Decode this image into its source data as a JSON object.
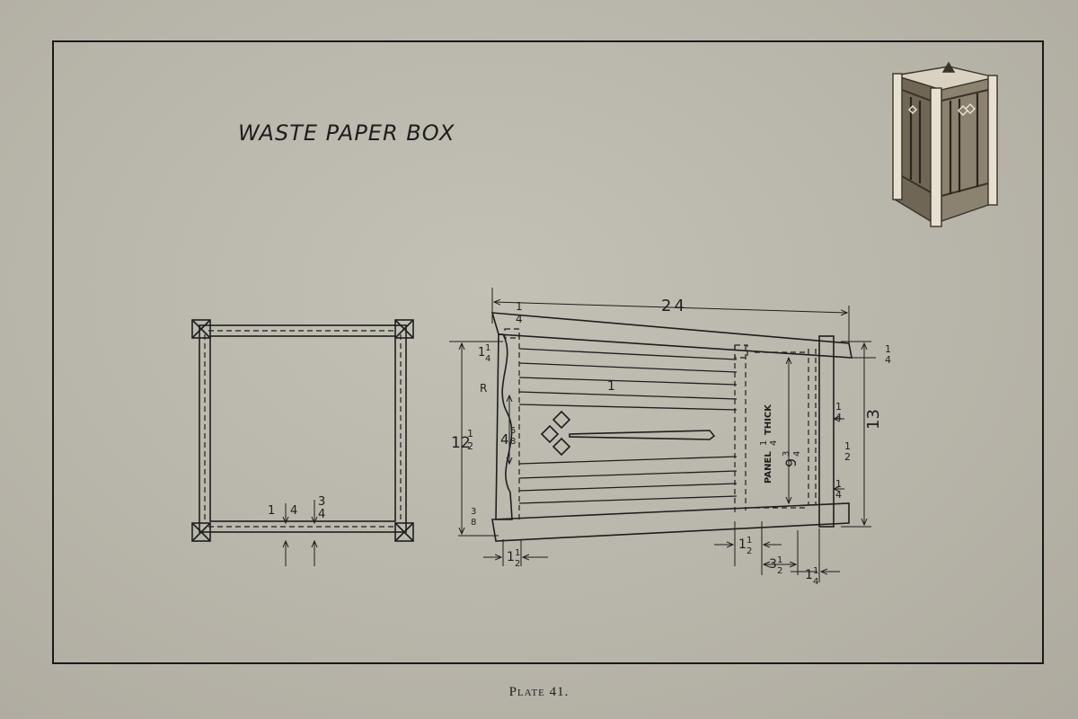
{
  "plate": {
    "title": "WASTE PAPER BOX",
    "caption": "Plate 41."
  },
  "plan_view": {
    "dims": {
      "a_num": "1",
      "a_den": "4",
      "b_num": "3",
      "b_den": "4"
    }
  },
  "elevation": {
    "overall_width": "24",
    "top_overhang": {
      "num": "1",
      "den": "4"
    },
    "top_rail": {
      "whole": "1",
      "num": "1",
      "den": "4"
    },
    "radius_label": "R",
    "left_height": {
      "whole": "12",
      "num": "1",
      "den": "2"
    },
    "cutout_height": {
      "whole": "4",
      "num": "5",
      "den": "8"
    },
    "bottom_small": {
      "num": "3",
      "den": "8"
    },
    "slat_width": "1",
    "panel_label": "PANEL",
    "panel_thick_num": "1",
    "panel_thick_den": "4",
    "panel_thick_word": "THICK",
    "panel_height": {
      "whole": "9",
      "num": "3",
      "den": "4"
    },
    "right_top": {
      "num": "1",
      "den": "4"
    },
    "overall_height": "13",
    "right_dim_a": {
      "num": "1",
      "den": "4"
    },
    "right_dim_b": {
      "num": "1",
      "den": "2"
    },
    "right_dim_c": {
      "num": "1",
      "den": "4"
    },
    "leg_left": {
      "whole": "1",
      "num": "1",
      "den": "2"
    },
    "leg_right": {
      "whole": "1",
      "num": "1",
      "den": "2"
    },
    "panel_width": {
      "whole": "3",
      "num": "1",
      "den": "2"
    },
    "post_width": {
      "whole": "1",
      "num": "1",
      "den": "4"
    }
  }
}
